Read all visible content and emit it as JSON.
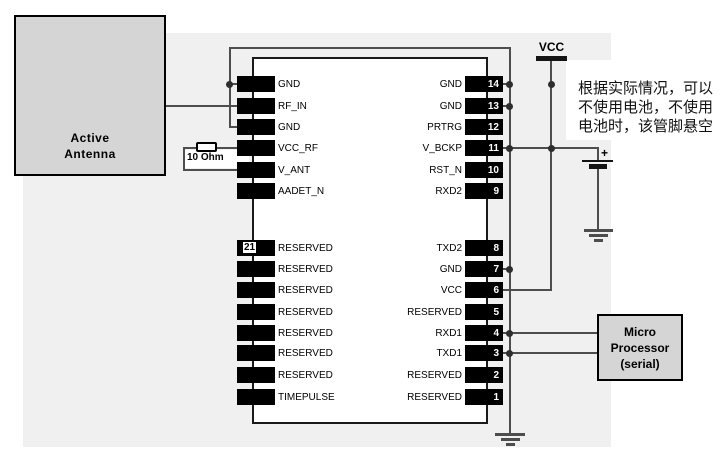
{
  "figure": {
    "type": "circuit-schematic"
  },
  "blocks": {
    "active_antenna": {
      "lines": [
        "Active",
        "Antenna"
      ]
    },
    "micro_processor": {
      "lines": [
        "Micro",
        "Processor",
        "(serial)"
      ]
    }
  },
  "power": {
    "vcc_label": "VCC",
    "battery_plus": "+"
  },
  "resistor": {
    "value": "10 Ohm"
  },
  "annotation": {
    "lines": [
      "根据实际情况，可以",
      "不使用电池，不使用",
      "电池时，该管脚悬空"
    ]
  },
  "chip": {
    "left_top_pins": [
      {
        "label": "GND"
      },
      {
        "label": "RF_IN"
      },
      {
        "label": "GND"
      },
      {
        "label": "VCC_RF"
      },
      {
        "label": "V_ANT"
      },
      {
        "label": "AADET_N"
      }
    ],
    "left_bottom_pins": [
      {
        "number": "21",
        "label": "RESERVED"
      },
      {
        "label": "RESERVED"
      },
      {
        "label": "RESERVED"
      },
      {
        "label": "RESERVED"
      },
      {
        "label": "RESERVED"
      },
      {
        "label": "RESERVED"
      },
      {
        "label": "RESERVED"
      },
      {
        "label": "TIMEPULSE"
      }
    ],
    "right_top_pins": [
      {
        "number": "14",
        "label": "GND"
      },
      {
        "number": "13",
        "label": "GND"
      },
      {
        "number": "12",
        "label": "PRTRG"
      },
      {
        "number": "11",
        "label": "V_BCKP"
      },
      {
        "number": "10",
        "label": "RST_N"
      },
      {
        "number": "9",
        "label": "RXD2"
      }
    ],
    "right_bottom_pins": [
      {
        "number": "8",
        "label": "TXD2"
      },
      {
        "number": "7",
        "label": "GND"
      },
      {
        "number": "6",
        "label": "VCC"
      },
      {
        "number": "5",
        "label": "RESERVED"
      },
      {
        "number": "4",
        "label": "RXD1"
      },
      {
        "number": "3",
        "label": "TXD1"
      },
      {
        "number": "2",
        "label": "RESERVED"
      },
      {
        "number": "1",
        "label": "RESERVED"
      }
    ]
  },
  "colors": {
    "wire": "#4d4d4d",
    "pin_pad": "#000000",
    "block_fill": "#d5d5d5",
    "background_panel": "#f0f0f0",
    "annotation_text": "#111111"
  }
}
